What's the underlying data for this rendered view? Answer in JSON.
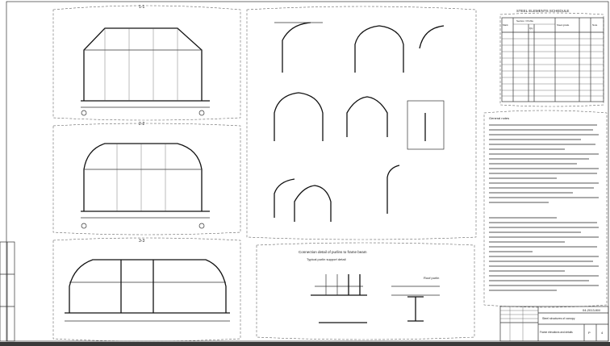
{
  "sheet": {
    "schedule_title": "STEEL ELEMENTS SCHEDULE",
    "schedule_headers": [
      "Mark",
      "Section / Profile",
      "Qty",
      "Steel grade",
      "Note"
    ],
    "details_title": "Connection detail of purlins to frame beam",
    "details_subtitle": "Typical purlin support detail",
    "section_label": "Roof purlin",
    "notes_title": "General notes",
    "notes_count": 28,
    "title_block": {
      "drawing_number": "04-2013-КМ",
      "project": "Steel structures of canopy",
      "sheet": "Frame elevations and details",
      "stage": "Р",
      "sheet_no": "4"
    },
    "view_labels": [
      "1-1",
      "2-2",
      "3-3"
    ],
    "colors": {
      "line": "#333333",
      "cloud": "#666666",
      "bar": "#3a3a3a"
    }
  }
}
